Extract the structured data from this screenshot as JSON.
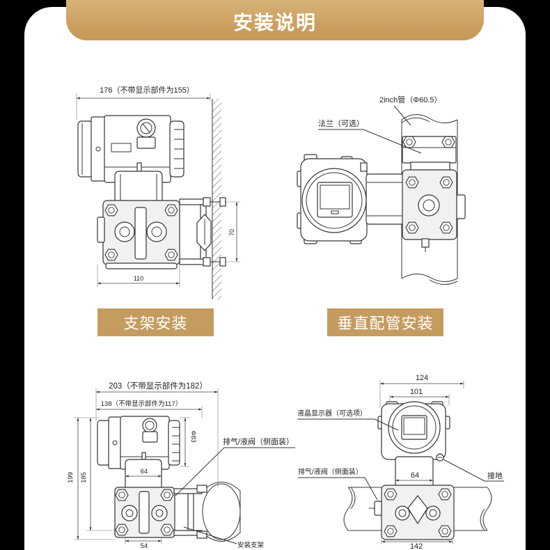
{
  "header": {
    "title": "安装说明"
  },
  "sections": {
    "bracket": {
      "label": "支架安装",
      "dim_width": "176（不带显示部件为155）",
      "dim_bottom": "110",
      "dim_side": "70"
    },
    "vertical_pipe": {
      "label": "垂直配管安装",
      "pipe": "2inch管（Φ60.5）",
      "flange": "法兰（可选）"
    },
    "side_view": {
      "dim_total": "203（不带显示部件为182）",
      "dim_body": "138（不带显示部件为117）",
      "dim_diameter": "Φ83",
      "dim_height_total": "199",
      "dim_height_body": "185",
      "dim_neck": "64",
      "dim_base": "54",
      "vent_valve": "排气/液阀（侧面装）",
      "bracket": "安装支架"
    },
    "front_view": {
      "dim_total": "124",
      "dim_inner": "101",
      "lcd": "液晶显示器（可选项）",
      "vent_valve": "排气/液阀（侧面装）",
      "ground": "接地",
      "dim_neck": "64",
      "dim_base": "142"
    }
  },
  "colors": {
    "background": "#000000",
    "card": "#ffffff",
    "accent_gold": "#c59c5f",
    "line": "#333333"
  }
}
